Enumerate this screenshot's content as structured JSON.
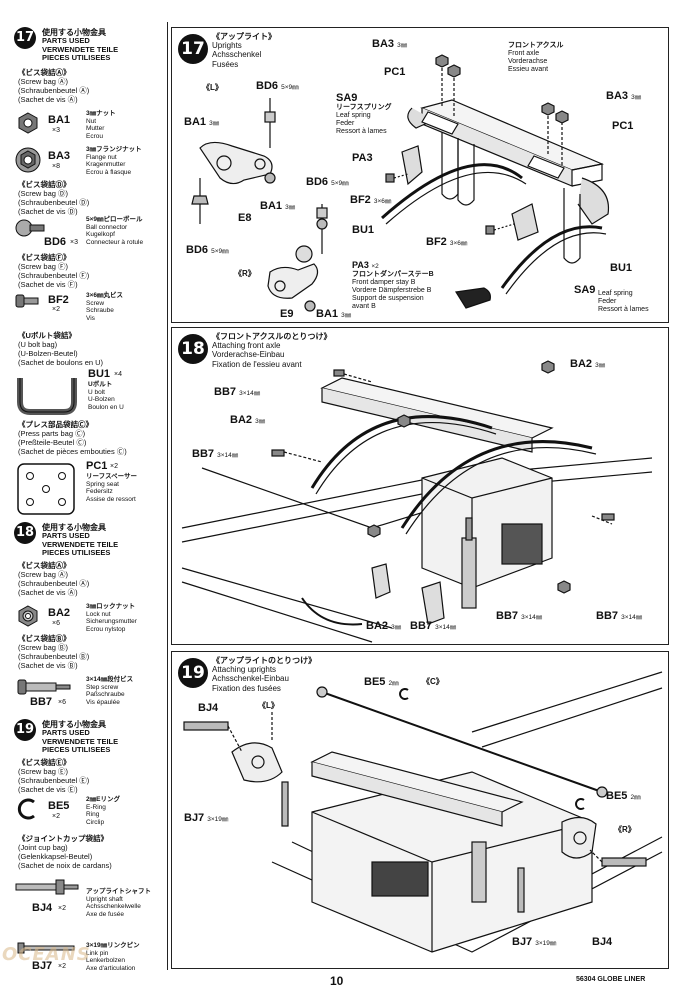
{
  "left": {
    "s17": {
      "num": "17",
      "jp": "使用する小物金具",
      "en1": "PARTS USED",
      "en2": "VERWENDETE TEILE",
      "en3": "PIECES UTILISEES",
      "bagA": {
        "jp": "《ビス袋詰Ⓐ》",
        "l1": "(Screw bag Ⓐ)",
        "l2": "(Schraubenbeutel Ⓐ)",
        "l3": "(Sachet de vis Ⓐ)"
      },
      "ba1": {
        "code": "BA1",
        "qty": "×3",
        "jp": "3㎜ナット",
        "d1": "Nut",
        "d2": "Mutter",
        "d3": "Ecrou"
      },
      "ba3": {
        "code": "BA3",
        "qty": "×8",
        "jp": "3㎜フランジナット",
        "d1": "Flange nut",
        "d2": "Kragenmutter",
        "d3": "Ecrou à flasque"
      },
      "bagD": {
        "jp": "《ビス袋詰Ⓓ》",
        "l1": "(Screw bag Ⓓ)",
        "l2": "(Schraubenbeutel Ⓓ)",
        "l3": "(Sachet de vis Ⓓ)"
      },
      "bd6": {
        "code": "BD6",
        "qty": "×3",
        "jp": "5×9㎜ピローボール",
        "d1": "Ball connector",
        "d2": "Kugelkopf",
        "d3": "Connecteur à rotule"
      },
      "bagF": {
        "jp": "《ビス袋詰Ⓕ》",
        "l1": "(Screw bag Ⓕ)",
        "l2": "(Schraubenbeutel Ⓕ)",
        "l3": "(Sachet de vis Ⓕ)"
      },
      "bf2": {
        "code": "BF2",
        "qty": "×2",
        "jp": "3×6㎜丸ビス",
        "d1": "Screw",
        "d2": "Schraube",
        "d3": "Vis"
      },
      "bagU": {
        "jp": "《Uボルト袋詰》",
        "l1": "(U bolt bag)",
        "l2": "(U-Bolzen-Beutel)",
        "l3": "(Sachet de boulons en U)"
      },
      "bu1": {
        "code": "BU1",
        "qty": "×4",
        "jp": "Uボルト",
        "d1": "U bolt",
        "d2": "U-Bolzen",
        "d3": "Boulon en U"
      },
      "bagC": {
        "jp": "《プレス部品袋詰Ⓒ》",
        "l1": "(Press parts bag Ⓒ)",
        "l2": "(Preßteile-Beutel Ⓒ)",
        "l3": "(Sachet de pièces embouties Ⓒ)"
      },
      "pc1": {
        "code": "PC1",
        "qty": "×2",
        "jp": "リーフスペーサー",
        "d1": "Spring seat",
        "d2": "Federsitz",
        "d3": "Assise de ressort"
      }
    },
    "s18": {
      "num": "18",
      "jp": "使用する小物金具",
      "en1": "PARTS USED",
      "en2": "VERWENDETE TEILE",
      "en3": "PIECES UTILISEES",
      "bagA": {
        "jp": "《ビス袋詰Ⓐ》",
        "l1": "(Screw bag Ⓐ)",
        "l2": "(Schraubenbeutel Ⓐ)",
        "l3": "(Sachet de vis Ⓐ)"
      },
      "ba2": {
        "code": "BA2",
        "qty": "×6",
        "jp": "3㎜ロックナット",
        "d1": "Lock nut",
        "d2": "Sicherungsmutter",
        "d3": "Ecrou nylstop"
      },
      "bagB": {
        "jp": "《ビス袋詰Ⓑ》",
        "l1": "(Screw bag Ⓑ)",
        "l2": "(Schraubenbeutel Ⓑ)",
        "l3": "(Sachet de vis Ⓑ)"
      },
      "bb7": {
        "code": "BB7",
        "qty": "×6",
        "jp": "3×14㎜段付ビス",
        "d1": "Step screw",
        "d2": "Paßschraube",
        "d3": "Vis épaulée"
      }
    },
    "s19": {
      "num": "19",
      "jp": "使用する小物金具",
      "en1": "PARTS USED",
      "en2": "VERWENDETE TEILE",
      "en3": "PIECES UTILISEES",
      "bagE": {
        "jp": "《ビス袋詰Ⓔ》",
        "l1": "(Screw bag Ⓔ)",
        "l2": "(Schraubenbeutel Ⓔ)",
        "l3": "(Sachet de vis Ⓔ)"
      },
      "be5": {
        "code": "BE5",
        "qty": "×2",
        "jp": "2㎜Eリング",
        "d1": "E-Ring",
        "d2": "Ring",
        "d3": "Circlip"
      },
      "bagJ": {
        "jp": "《ジョイントカップ袋詰》",
        "l1": "(Joint cup bag)",
        "l2": "(Gelenkkapsel-Beutel)",
        "l3": "(Sachet de noix de cardans)"
      },
      "bj4": {
        "code": "BJ4",
        "qty": "×2",
        "jp": "アップライトシャフト",
        "d1": "Upright shaft",
        "d2": "Achsschenkelwelle",
        "d3": "Axe de fusée"
      },
      "bj7": {
        "code": "BJ7",
        "qty": "×2",
        "jp": "3×19㎜リンクピン",
        "d1": "Link pin",
        "d2": "Lenkerbolzen",
        "d3": "Axe d'articulation"
      }
    }
  },
  "p17": {
    "num": "17",
    "jp": "《アップライト》",
    "en1": "Uprights",
    "en2": "Achsschenkel",
    "en3": "Fusées",
    "L": "《L》",
    "R": "《R》",
    "bd6a": "BD6",
    "bd6a_sz": "5×9㎜",
    "ba1a": "BA1",
    "ba1a_sz": "3㎜",
    "e8": "E8",
    "bd6b": "BD6",
    "bd6b_sz": "5×9㎜",
    "ba1b": "BA1",
    "ba1b_sz": "3㎜",
    "bd6c": "BD6",
    "bd6c_sz": "5×9㎜",
    "e9": "E9",
    "ba1c": "BA1",
    "ba1c_sz": "3㎜",
    "ba3a": "BA3",
    "ba3a_sz": "3㎜",
    "pc1a": "PC1",
    "fa_jp": "フロントアクスル",
    "fa1": "Front axle",
    "fa2": "Vorderachse",
    "fa3": "Essieu avant",
    "ba3b": "BA3",
    "ba3b_sz": "3㎜",
    "pc1b": "PC1",
    "sa9a": "SA9",
    "sa9a_jp": "リーフスプリング",
    "sa9a1": "Leaf spring",
    "sa9a2": "Feder",
    "sa9a3": "Ressort à lames",
    "pa3a": "PA3",
    "bf2a": "BF2",
    "bf2a_sz": "3×6㎜",
    "bu1a": "BU1",
    "bf2b": "BF2",
    "bf2b_sz": "3×6㎜",
    "pa3b": "PA3",
    "pa3b_qty": "×2",
    "pa3b_jp": "フロントダンパーステーB",
    "pa3b1": "Front damper stay B",
    "pa3b2": "Vordere Dämpferstrebe B",
    "pa3b3": "Support de suspension",
    "pa3b4": "avant B",
    "bu1b": "BU1",
    "sa9b": "SA9",
    "sa9b1": "Leaf spring",
    "sa9b2": "Feder",
    "sa9b3": "Ressort à lames"
  },
  "p18": {
    "num": "18",
    "jp": "《フロントアクスルのとりつけ》",
    "en1": "Attaching front axle",
    "en2": "Vorderachse-Einbau",
    "en3": "Fixation de l'essieu avant",
    "bb7a": "BB7",
    "bb7a_sz": "3×14㎜",
    "ba2a": "BA2",
    "ba2a_sz": "3㎜",
    "bb7b": "BB7",
    "bb7b_sz": "3×14㎜",
    "ba2b": "BA2",
    "ba2b_sz": "3㎜",
    "ba2c": "BA2",
    "ba2c_sz": "3㎜",
    "bb7c": "BB7",
    "bb7c_sz": "3×14㎜",
    "bb7d": "BB7",
    "bb7d_sz": "3×14㎜",
    "bb7e": "BB7",
    "bb7e_sz": "3×14㎜"
  },
  "p19": {
    "num": "19",
    "jp": "《アップライトのとりつけ》",
    "en1": "Attaching uprights",
    "en2": "Achsschenkel-Einbau",
    "en3": "Fixation des fusées",
    "bj4a": "BJ4",
    "L": "《L》",
    "be5a": "BE5",
    "be5a_sz": "2㎜",
    "C": "《C》",
    "be5b": "BE5",
    "be5b_sz": "2㎜",
    "R": "《R》",
    "bj7a": "BJ7",
    "bj7a_sz": "3×19㎜",
    "bj7b": "BJ7",
    "bj7b_sz": "3×19㎜",
    "bj4b": "BJ4"
  },
  "footer": {
    "page": "10",
    "code": "56304 GLOBE LINER",
    "watermark": "OCEANS"
  }
}
